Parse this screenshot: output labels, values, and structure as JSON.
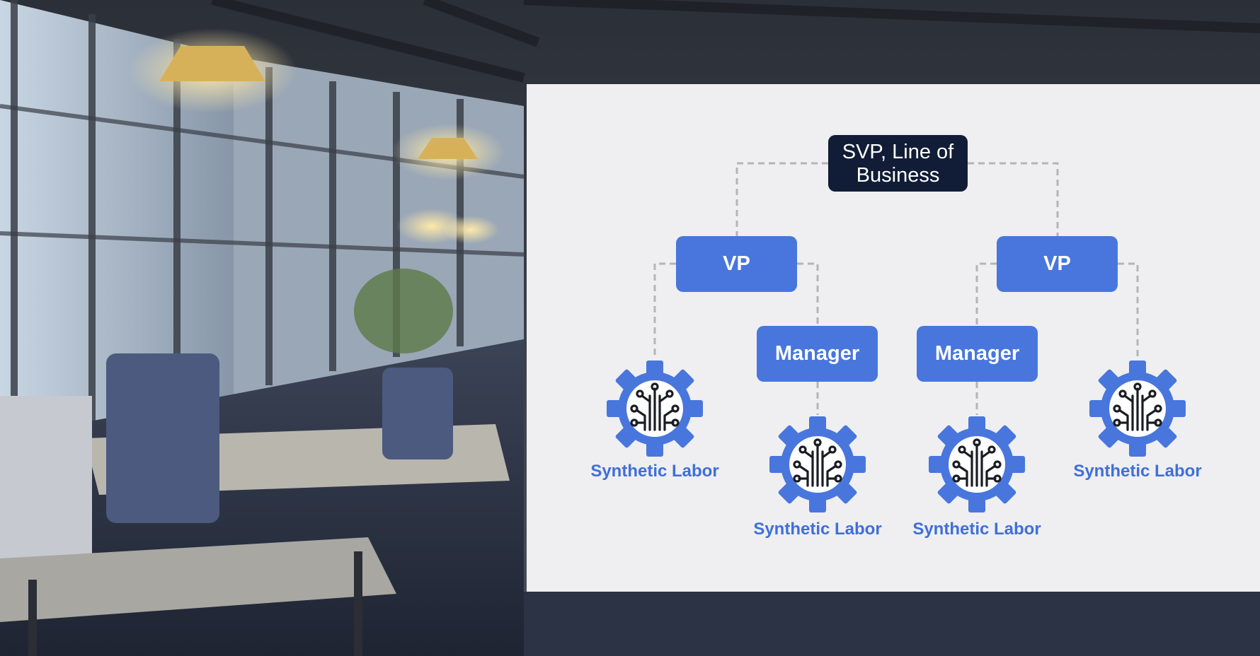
{
  "org_chart": {
    "svp": "SVP, Line of Business",
    "vp_left": "VP",
    "vp_right": "VP",
    "manager_left": "Manager",
    "manager_right": "Manager",
    "labor_1": "Synthetic Labor",
    "labor_2": "Synthetic Labor",
    "labor_3": "Synthetic Labor",
    "labor_4": "Synthetic Labor"
  },
  "colors": {
    "svp_box": "#111d36",
    "node_box": "#4876dd",
    "label_text": "#3f6fd8",
    "connector": "#b5b5b8",
    "panel": "#efeff1"
  },
  "icons": {
    "labor": "gear-circuit-icon"
  }
}
